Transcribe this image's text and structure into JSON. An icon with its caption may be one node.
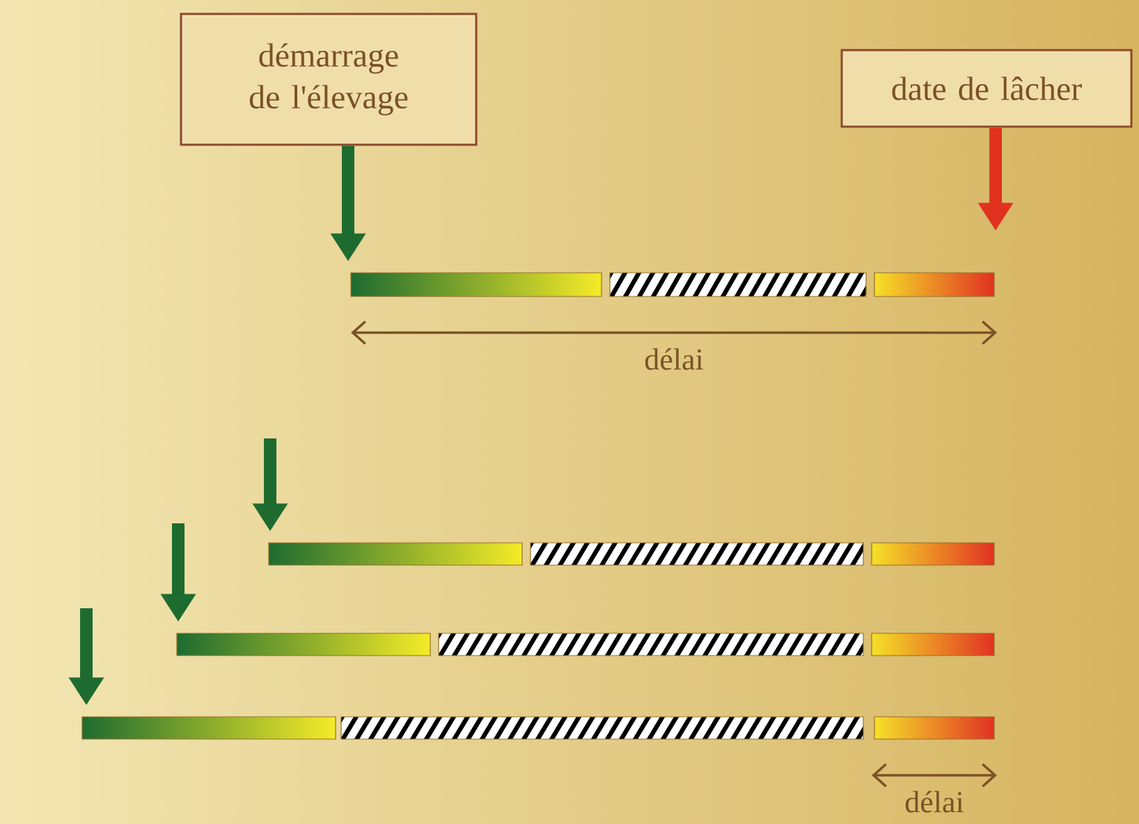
{
  "diagram": {
    "nodes": [
      {
        "text": [
          "démarrage de l'élevage"
        ]
      },
      {
        "text": [
          "date de lâcher"
        ]
      },
      {
        "text": [],
        "shape": "bar"
      },
      {
        "text": [],
        "shape": "bar"
      },
      {
        "text": [],
        "shape": "bar"
      },
      {
        "text": [],
        "shape": "bar"
      }
    ],
    "edges": [
      {
        "from": 0,
        "to": 2,
        "arrow": "to"
      },
      {
        "from": 1,
        "to": 2,
        "arrow": "to",
        "color": "#e0321e"
      },
      {
        "from": null,
        "to": 3,
        "arrow": "to"
      },
      {
        "from": null,
        "to": 4,
        "arrow": "to"
      },
      {
        "from": null,
        "to": 5,
        "arrow": "to"
      }
    ],
    "labels": [
      "délai",
      "délai"
    ]
  }
}
